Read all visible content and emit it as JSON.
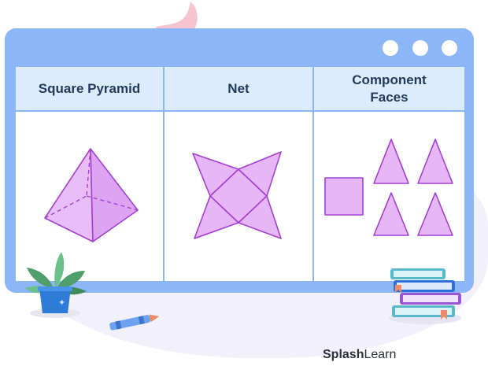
{
  "table": {
    "headers": [
      "Square Pyramid",
      "Net",
      "Component Faces"
    ]
  },
  "brand": {
    "name_bold": "Splash",
    "name_light": "Learn"
  },
  "colors": {
    "window": "#8cb6f7",
    "header_fill": "#dcebfd",
    "shape_fill": "#e6b6f7",
    "shape_stroke": "#a240d6",
    "background_blob": "#f1f0fb"
  }
}
